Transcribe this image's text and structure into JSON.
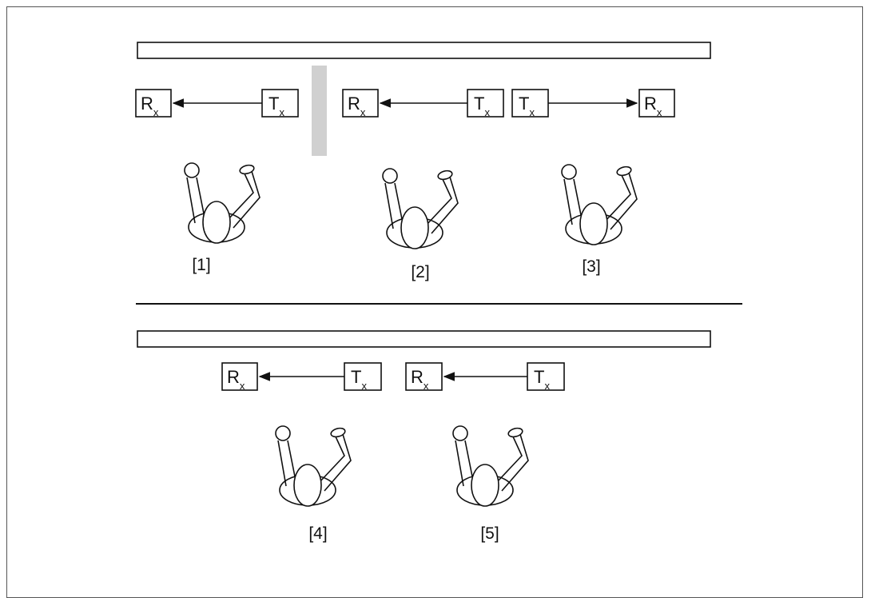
{
  "diagram": {
    "device_letters": {
      "receiver": "R",
      "transmitter": "T",
      "subscript": "x"
    },
    "scenarios": [
      {
        "id": 1,
        "label": "[1]"
      },
      {
        "id": 2,
        "label": "[2]"
      },
      {
        "id": 3,
        "label": "[3]"
      },
      {
        "id": 4,
        "label": "[4]"
      },
      {
        "id": 5,
        "label": "[5]"
      }
    ],
    "colors": {
      "stroke": "#111111",
      "barrier": "#d0d0d0",
      "frame": "#555555"
    }
  }
}
